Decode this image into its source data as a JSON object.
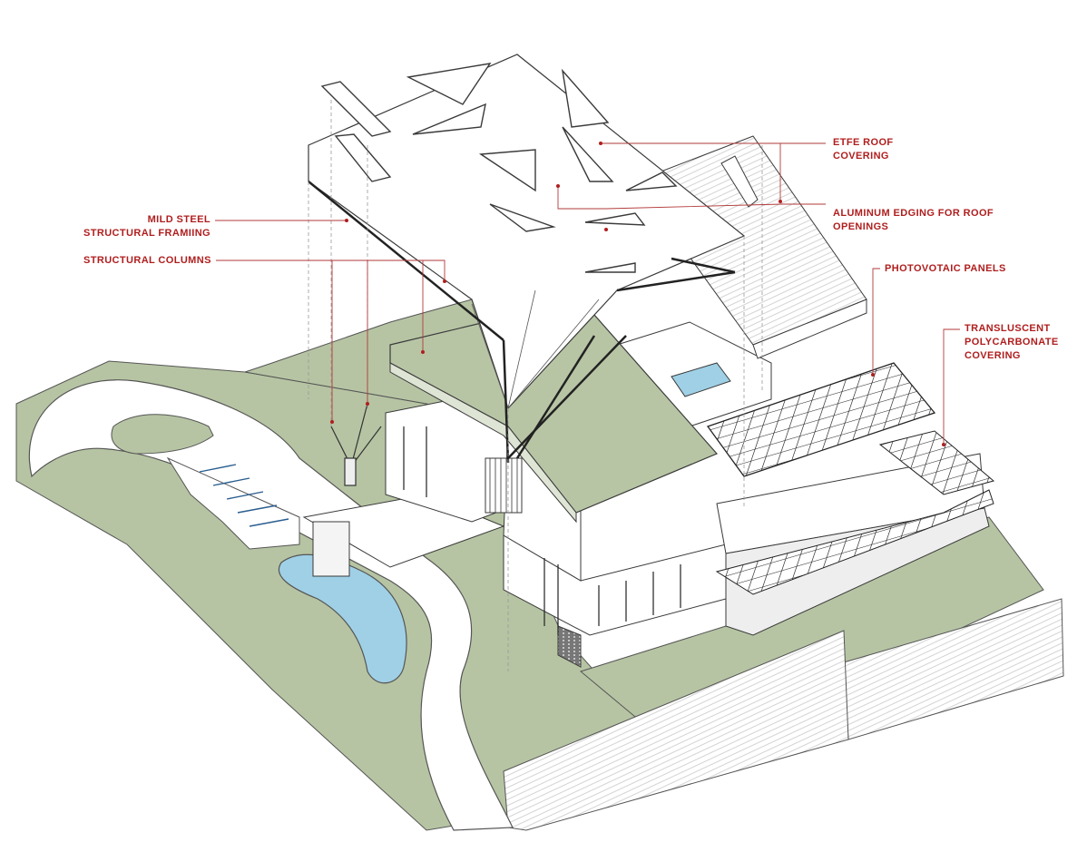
{
  "colors": {
    "ground": "#b6c4a3",
    "ground_dark": "#a9b996",
    "roof_green": "#b7c5a5",
    "water": "#9fd0e6",
    "line": "#3a3a3a",
    "leader": "#b23a3a",
    "label": "#b01e1e",
    "paper": "#ffffff"
  },
  "labels": {
    "etfe": {
      "line1": "ETFE ROOF",
      "line2": "COVERING"
    },
    "aluminum": {
      "line1": "ALUMINUM EDGING FOR ROOF",
      "line2": "OPENINGS"
    },
    "photovoltaic": {
      "line1": "PHOTOVOTAIC PANELS"
    },
    "polycarbonate": {
      "line1": "TRANSLUSCENT",
      "line2": "POLYCARBONATE",
      "line3": "COVERING"
    },
    "mild_steel": {
      "line1": "MILD STEEL",
      "line2": "STRUCTURAL FRAMIING"
    },
    "columns": {
      "line1": "STRUCTURAL COLUMNS"
    }
  },
  "icons": {
    "leader_dot": "callout-dot-icon"
  }
}
